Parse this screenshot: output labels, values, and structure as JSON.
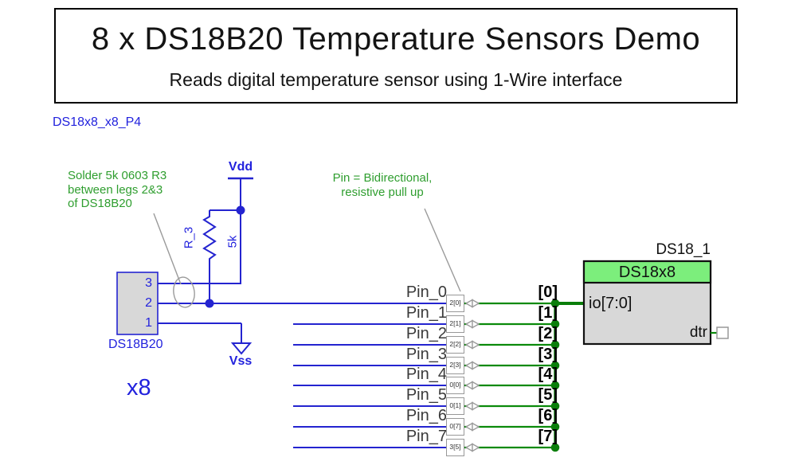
{
  "colors": {
    "wire_blue": "#2424d0",
    "text_blue": "#2222dd",
    "wire_green": "#0a8a0a",
    "bus_green": "#0a7e0a",
    "annotation_green": "#2f9e2f",
    "header_green": "#7cee7c",
    "component_gray": "#d8d8d8",
    "outline_gray": "#989898",
    "gray_line": "#9a9a9a",
    "label_dark": "#3a3a3a"
  },
  "title": {
    "heading": "8 x DS18B20 Temperature Sensors Demo",
    "subheading": "Reads digital temperature sensor using 1-Wire interface"
  },
  "project_label": "DS18x8_x8_P4",
  "notes": {
    "solder": "Solder 5k 0603 R3\nbetween  legs 2&3\nof DS18B20",
    "bidirectional": "Pin = Bidirectional,\nresistive pull up"
  },
  "power": {
    "vdd_label": "Vdd",
    "vss_label": "Vss"
  },
  "resistor": {
    "ref": "R_3",
    "value": "5k"
  },
  "sensor": {
    "name": "DS18B20",
    "pin_numbers": [
      "3",
      "2",
      "1"
    ],
    "multiplier": "x8"
  },
  "module": {
    "ref": "DS18_1",
    "type_label": "DS18x8",
    "input_port": "io[7:0]",
    "output_port": "dtr"
  },
  "rows": [
    {
      "pin": "Pin_0",
      "port": "2[0]",
      "bus": "[0]"
    },
    {
      "pin": "Pin_1",
      "port": "2[1]",
      "bus": "[1]"
    },
    {
      "pin": "Pin_2",
      "port": "2[2]",
      "bus": "[2]"
    },
    {
      "pin": "Pin_3",
      "port": "2[3]",
      "bus": "[3]"
    },
    {
      "pin": "Pin_4",
      "port": "0[0]",
      "bus": "[4]"
    },
    {
      "pin": "Pin_5",
      "port": "0[1]",
      "bus": "[5]"
    },
    {
      "pin": "Pin_6",
      "port": "0[7]",
      "bus": "[6]"
    },
    {
      "pin": "Pin_7",
      "port": "3[5]",
      "bus": "[7]"
    }
  ]
}
